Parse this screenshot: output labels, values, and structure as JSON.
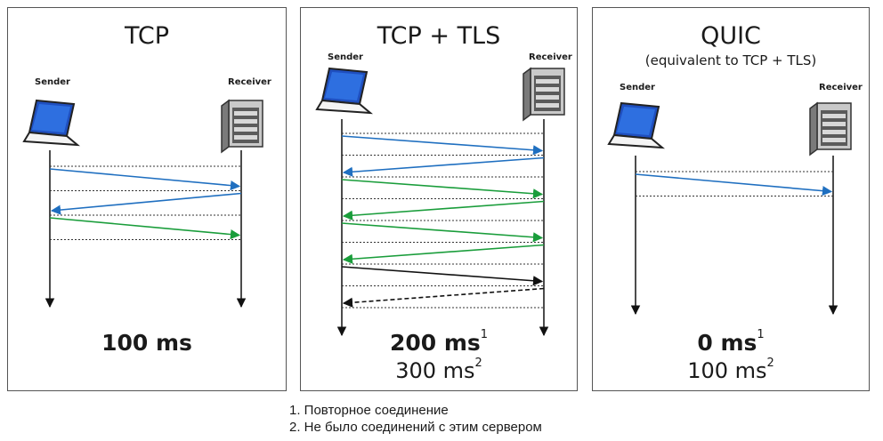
{
  "colors": {
    "blue": "#1f6fc0",
    "green": "#1a9d3b",
    "black": "#111111"
  },
  "panels": [
    {
      "title": "TCP",
      "subtitle": "",
      "sender_label": "Sender",
      "receiver_label": "Receiver",
      "primary_time": "100 ms",
      "primary_note": "",
      "secondary_time": "",
      "secondary_note": "",
      "arrows": [
        "blue-right",
        "blue-left",
        "green-right"
      ]
    },
    {
      "title": "TCP + TLS",
      "subtitle": "",
      "sender_label": "Sender",
      "receiver_label": "Receiver",
      "primary_time": "200 ms",
      "primary_note": "1",
      "secondary_time": "300 ms",
      "secondary_note": "2",
      "arrows": [
        "blue-right",
        "blue-left",
        "green-right",
        "green-left",
        "green-right",
        "green-left",
        "black-right",
        "black-dashed-left"
      ]
    },
    {
      "title": "QUIC",
      "subtitle": "(equivalent to TCP + TLS)",
      "sender_label": "Sender",
      "receiver_label": "Receiver",
      "primary_time": "0 ms",
      "primary_note": "1",
      "secondary_time": "100 ms",
      "secondary_note": "2",
      "arrows": [
        "blue-right"
      ]
    }
  ],
  "footnotes": [
    "1. Повторное соединение",
    "2. Не было соединений с этим сервером"
  ]
}
